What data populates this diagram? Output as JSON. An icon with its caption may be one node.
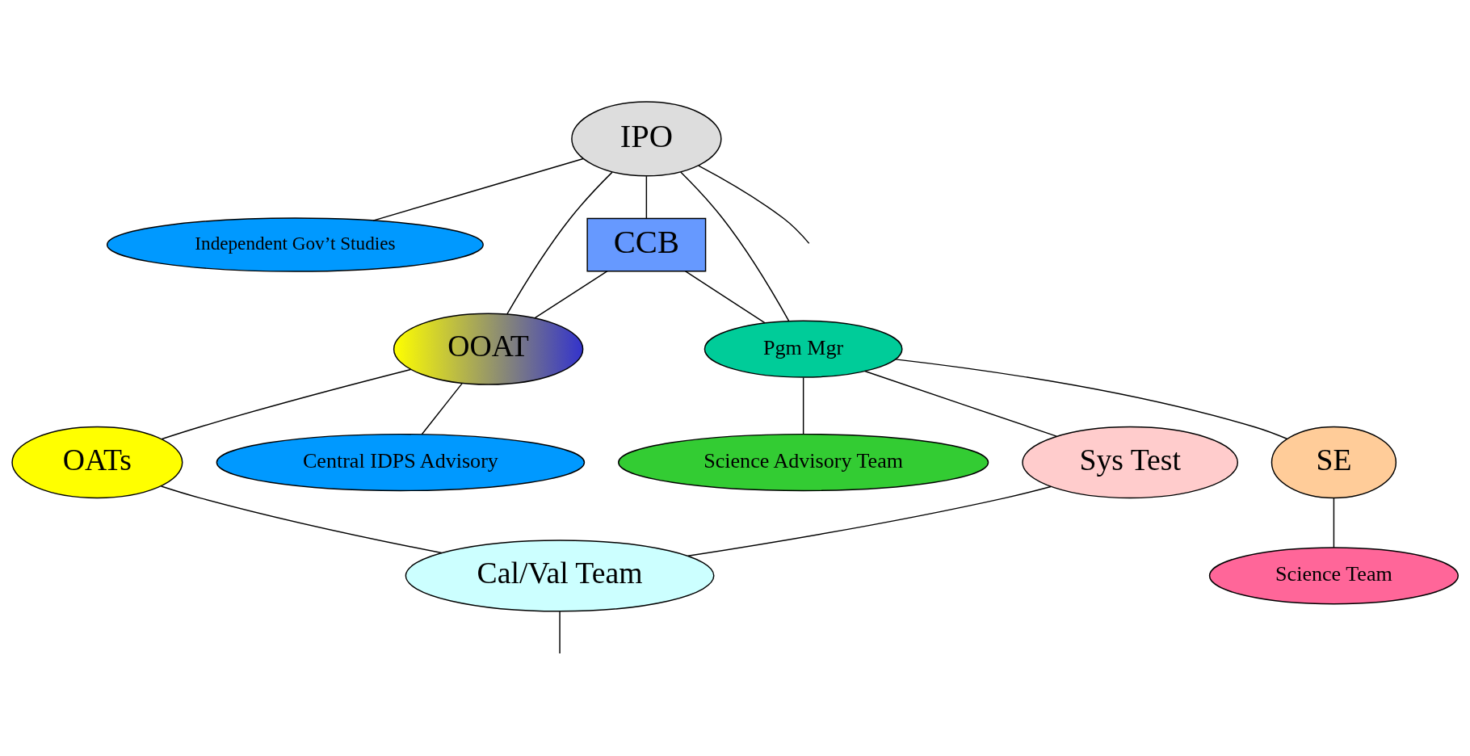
{
  "diagram": {
    "nodes": [
      {
        "text": [
          "IPO"
        ]
      },
      {
        "text": [
          "Independent Gov’t Studies"
        ]
      },
      {
        "text": [
          "CCB"
        ]
      },
      {
        "text": [
          "OOAT"
        ]
      },
      {
        "text": [
          "Pgm Mgr"
        ]
      },
      {
        "text": [
          "OATs"
        ]
      },
      {
        "text": [
          "Central IDPS Advisory"
        ]
      },
      {
        "text": [
          "Science Advisory Team"
        ]
      },
      {
        "text": [
          "SE"
        ]
      },
      {
        "text": [
          "Sys Test"
        ]
      },
      {
        "text": [
          "Science Team"
        ]
      },
      {
        "text": [
          "Cal/Val Team"
        ]
      }
    ],
    "edges": [
      {
        "from": 0,
        "to": null,
        "arrow": "none"
      },
      {
        "from": 0,
        "to": 1,
        "arrow": "none"
      },
      {
        "from": 0,
        "to": 3,
        "arrow": "none"
      },
      {
        "from": 0,
        "to": 2,
        "arrow": "none"
      },
      {
        "from": 0,
        "to": 4,
        "arrow": "none"
      },
      {
        "from": 2,
        "to": 3,
        "arrow": "none"
      },
      {
        "from": 2,
        "to": 4,
        "arrow": "none"
      },
      {
        "from": 3,
        "to": 5,
        "arrow": "none"
      },
      {
        "from": 3,
        "to": 6,
        "arrow": "none"
      },
      {
        "from": 4,
        "to": 7,
        "arrow": "none"
      },
      {
        "from": 4,
        "to": 9,
        "arrow": "none"
      },
      {
        "from": 4,
        "to": 8,
        "arrow": "none"
      },
      {
        "from": 8,
        "to": 10,
        "arrow": "none"
      },
      {
        "from": 5,
        "to": 11,
        "arrow": "none"
      },
      {
        "from": 9,
        "to": 11,
        "arrow": "none"
      },
      {
        "from": 11,
        "to": null,
        "arrow": "none"
      }
    ]
  }
}
